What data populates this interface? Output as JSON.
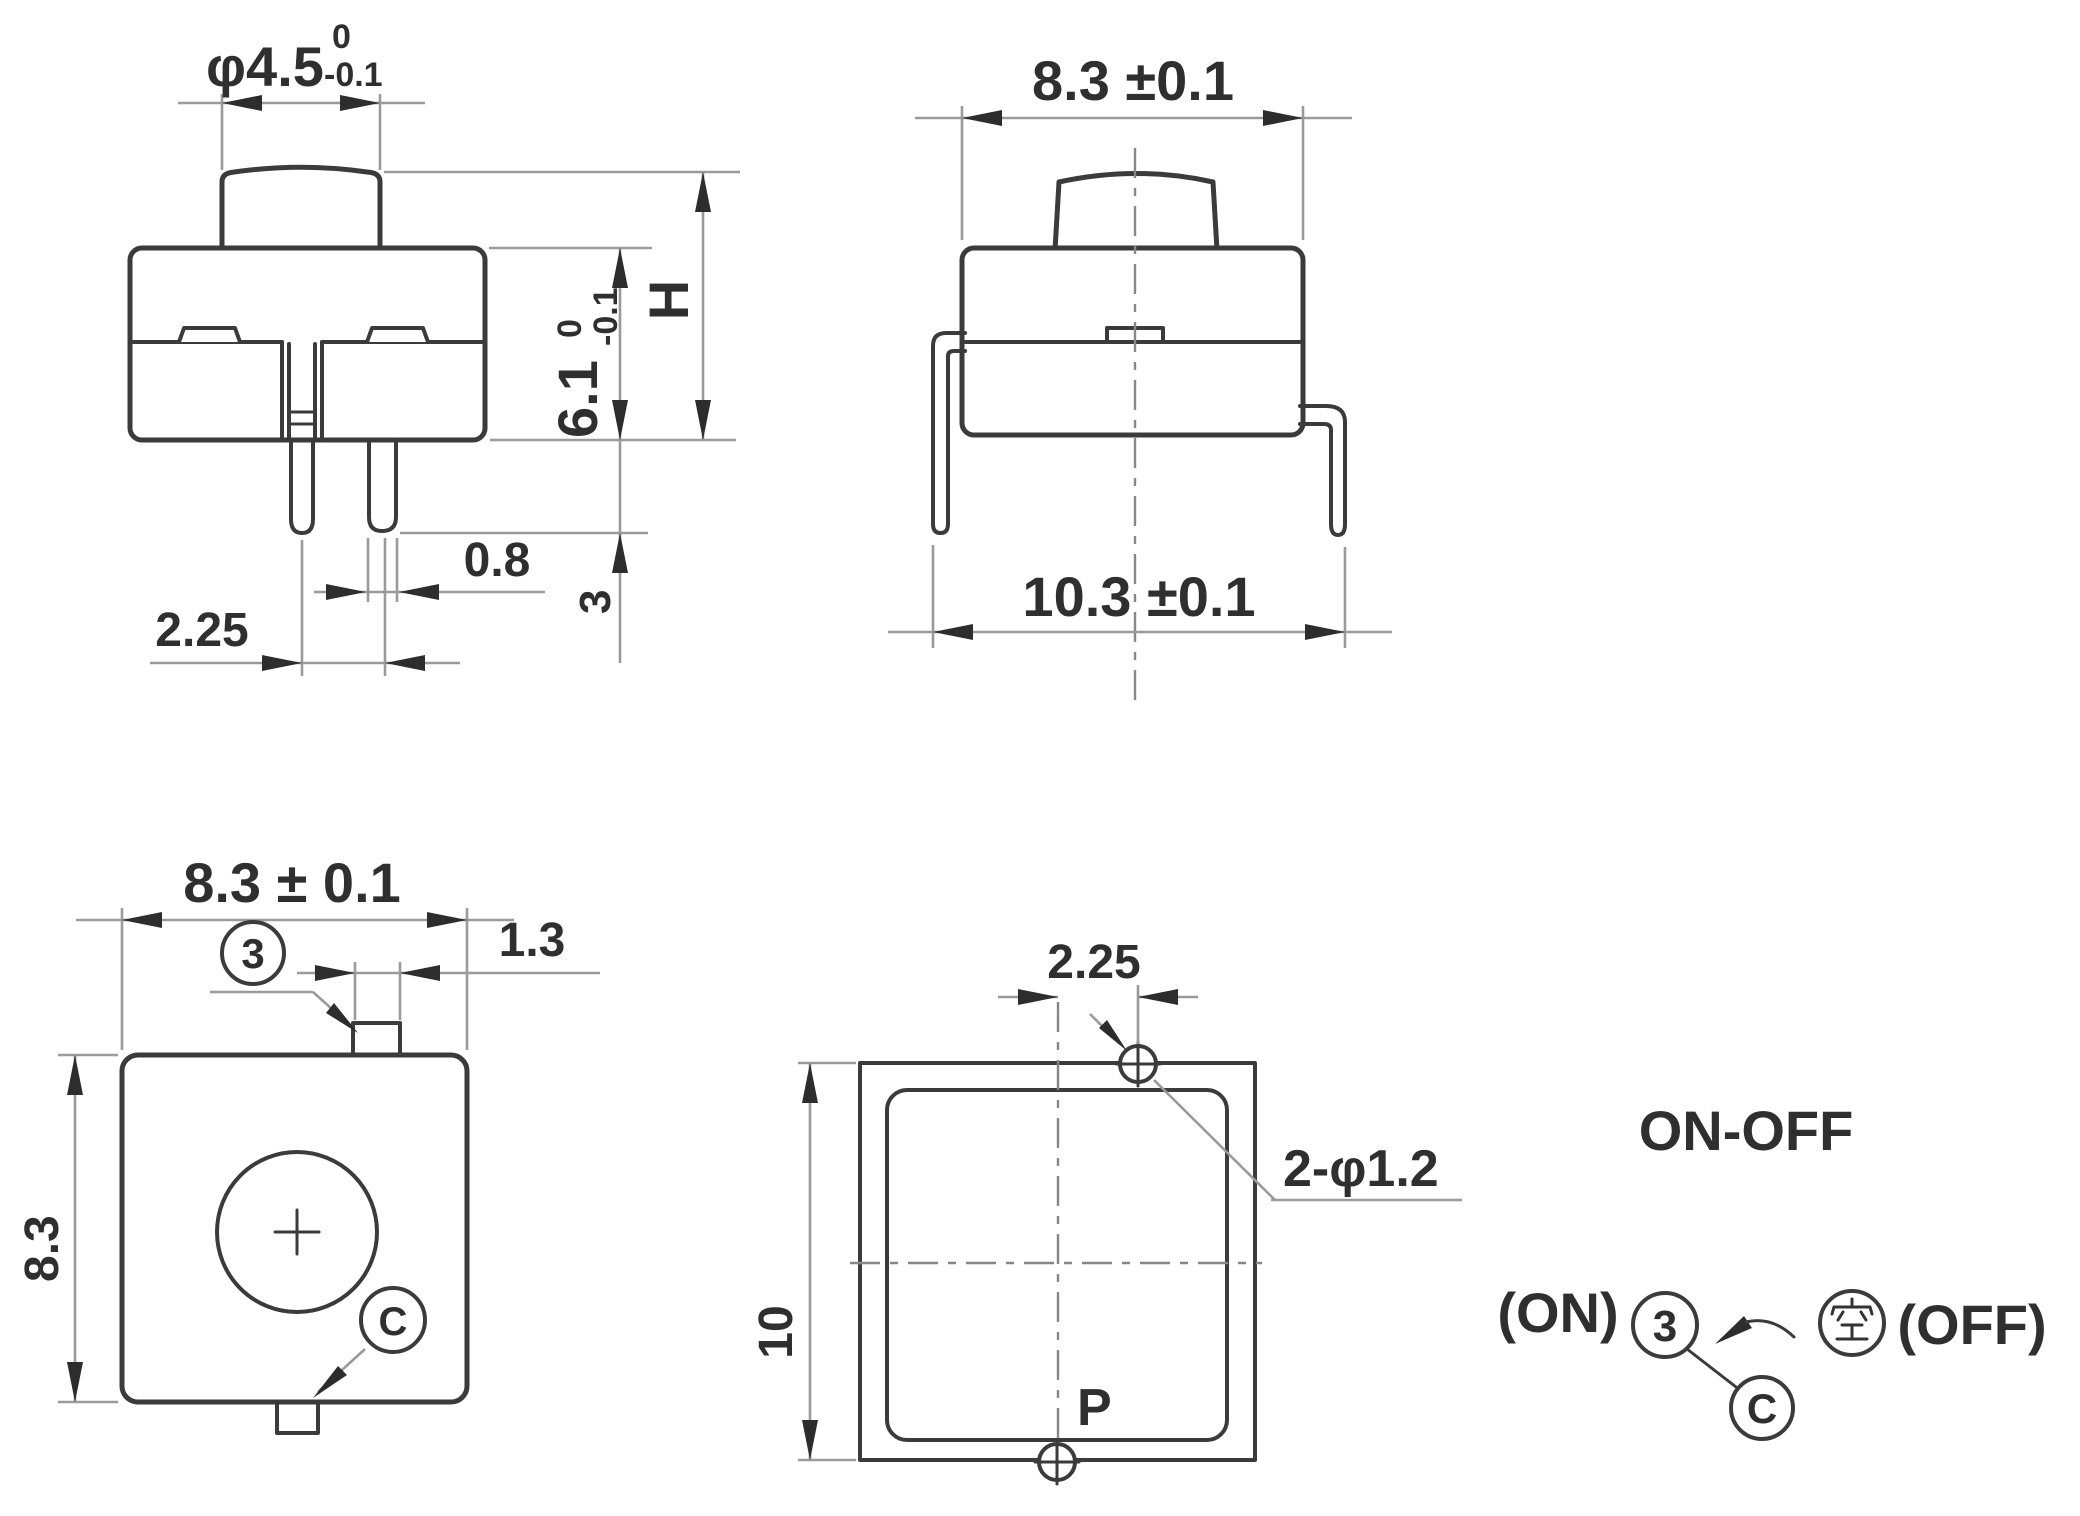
{
  "drawing": {
    "kind": "push-button switch dimension drawing",
    "colors": {
      "ink": "#3b3b3b",
      "dimension_gray": "#9a9a9a",
      "text": "#2f2f2f",
      "background": "#ffffff"
    }
  },
  "views": {
    "front": {
      "knob_dia": "φ4.5",
      "knob_tol_upper": "0",
      "knob_tol_lower": "-0.1",
      "body_height": "6.1",
      "body_height_tol_upper": "0",
      "body_height_tol_lower": "-0.1",
      "total_height": "H",
      "pin_width": "0.8",
      "pin_length": "3",
      "pin_pitch": "2.25"
    },
    "side": {
      "body_width": "8.3 ±0.1",
      "pin_span": "10.3 ±0.1"
    },
    "bottom": {
      "body_width": "8.3 ± 0.1",
      "body_depth": "8.3",
      "tab_offset": "1.3",
      "terminal_3": "3",
      "terminal_c": "C"
    },
    "pcb": {
      "hole_pitch": "2.25",
      "hole_callout": "2-φ1.2",
      "board_dim": "10",
      "point_label": "P"
    },
    "circuit": {
      "title": "ON-OFF",
      "state_on": "(ON)",
      "state_off": "(OFF)",
      "terminal_3": "3",
      "terminal_c": "C",
      "terminal_empty": "空"
    }
  }
}
